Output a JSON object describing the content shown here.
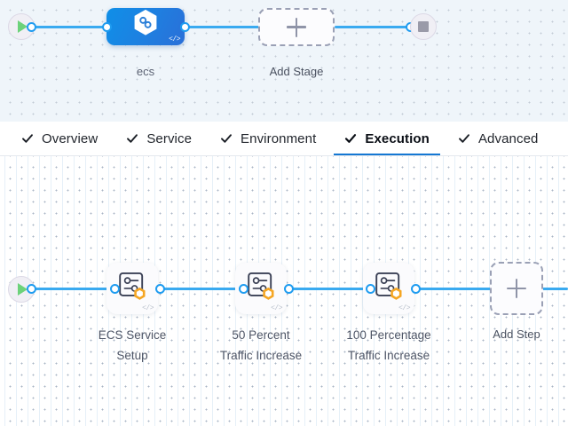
{
  "stage_canvas": {
    "start_node": {
      "name": "pipeline-start",
      "icon": "play-icon"
    },
    "end_node": {
      "name": "pipeline-end",
      "icon": "stop-icon"
    },
    "stage": {
      "label": "ecs",
      "icon": "hexagon-link-icon",
      "badge": "code-glyph"
    },
    "add_stage": {
      "label": "Add Stage",
      "icon": "plus-icon"
    }
  },
  "tabs": [
    {
      "label": "Overview",
      "icon": "check-icon",
      "active": false
    },
    {
      "label": "Service",
      "icon": "check-icon",
      "active": false
    },
    {
      "label": "Environment",
      "icon": "check-icon",
      "active": false
    },
    {
      "label": "Execution",
      "icon": "check-icon",
      "active": true
    },
    {
      "label": "Advanced",
      "icon": "check-icon",
      "active": false
    }
  ],
  "step_canvas": {
    "start_node": {
      "name": "execution-start",
      "icon": "play-icon"
    },
    "steps": [
      {
        "label_line1": "ECS Service",
        "label_line2": "Setup",
        "icon": "sliders-icon",
        "badge": "hexagon-badge-icon"
      },
      {
        "label_line1": "50 Percent",
        "label_line2": "Traffic Increase",
        "icon": "sliders-icon",
        "badge": "hexagon-badge-icon"
      },
      {
        "label_line1": "100 Percentage",
        "label_line2": "Traffic Increase",
        "icon": "sliders-icon",
        "badge": "hexagon-badge-icon"
      }
    ],
    "add_step": {
      "label": "Add Step",
      "icon": "plus-icon"
    }
  },
  "colors": {
    "accent_blue": "#1578d3",
    "edge_blue": "#39aaf0",
    "port_blue": "#1f9cf0",
    "stage_blue": "#1f7fe0",
    "badge_orange": "#f5a623",
    "play_green": "#6cd27a",
    "stage_canvas_bg": "#eff5fa",
    "icon_navy": "#3a4055"
  }
}
